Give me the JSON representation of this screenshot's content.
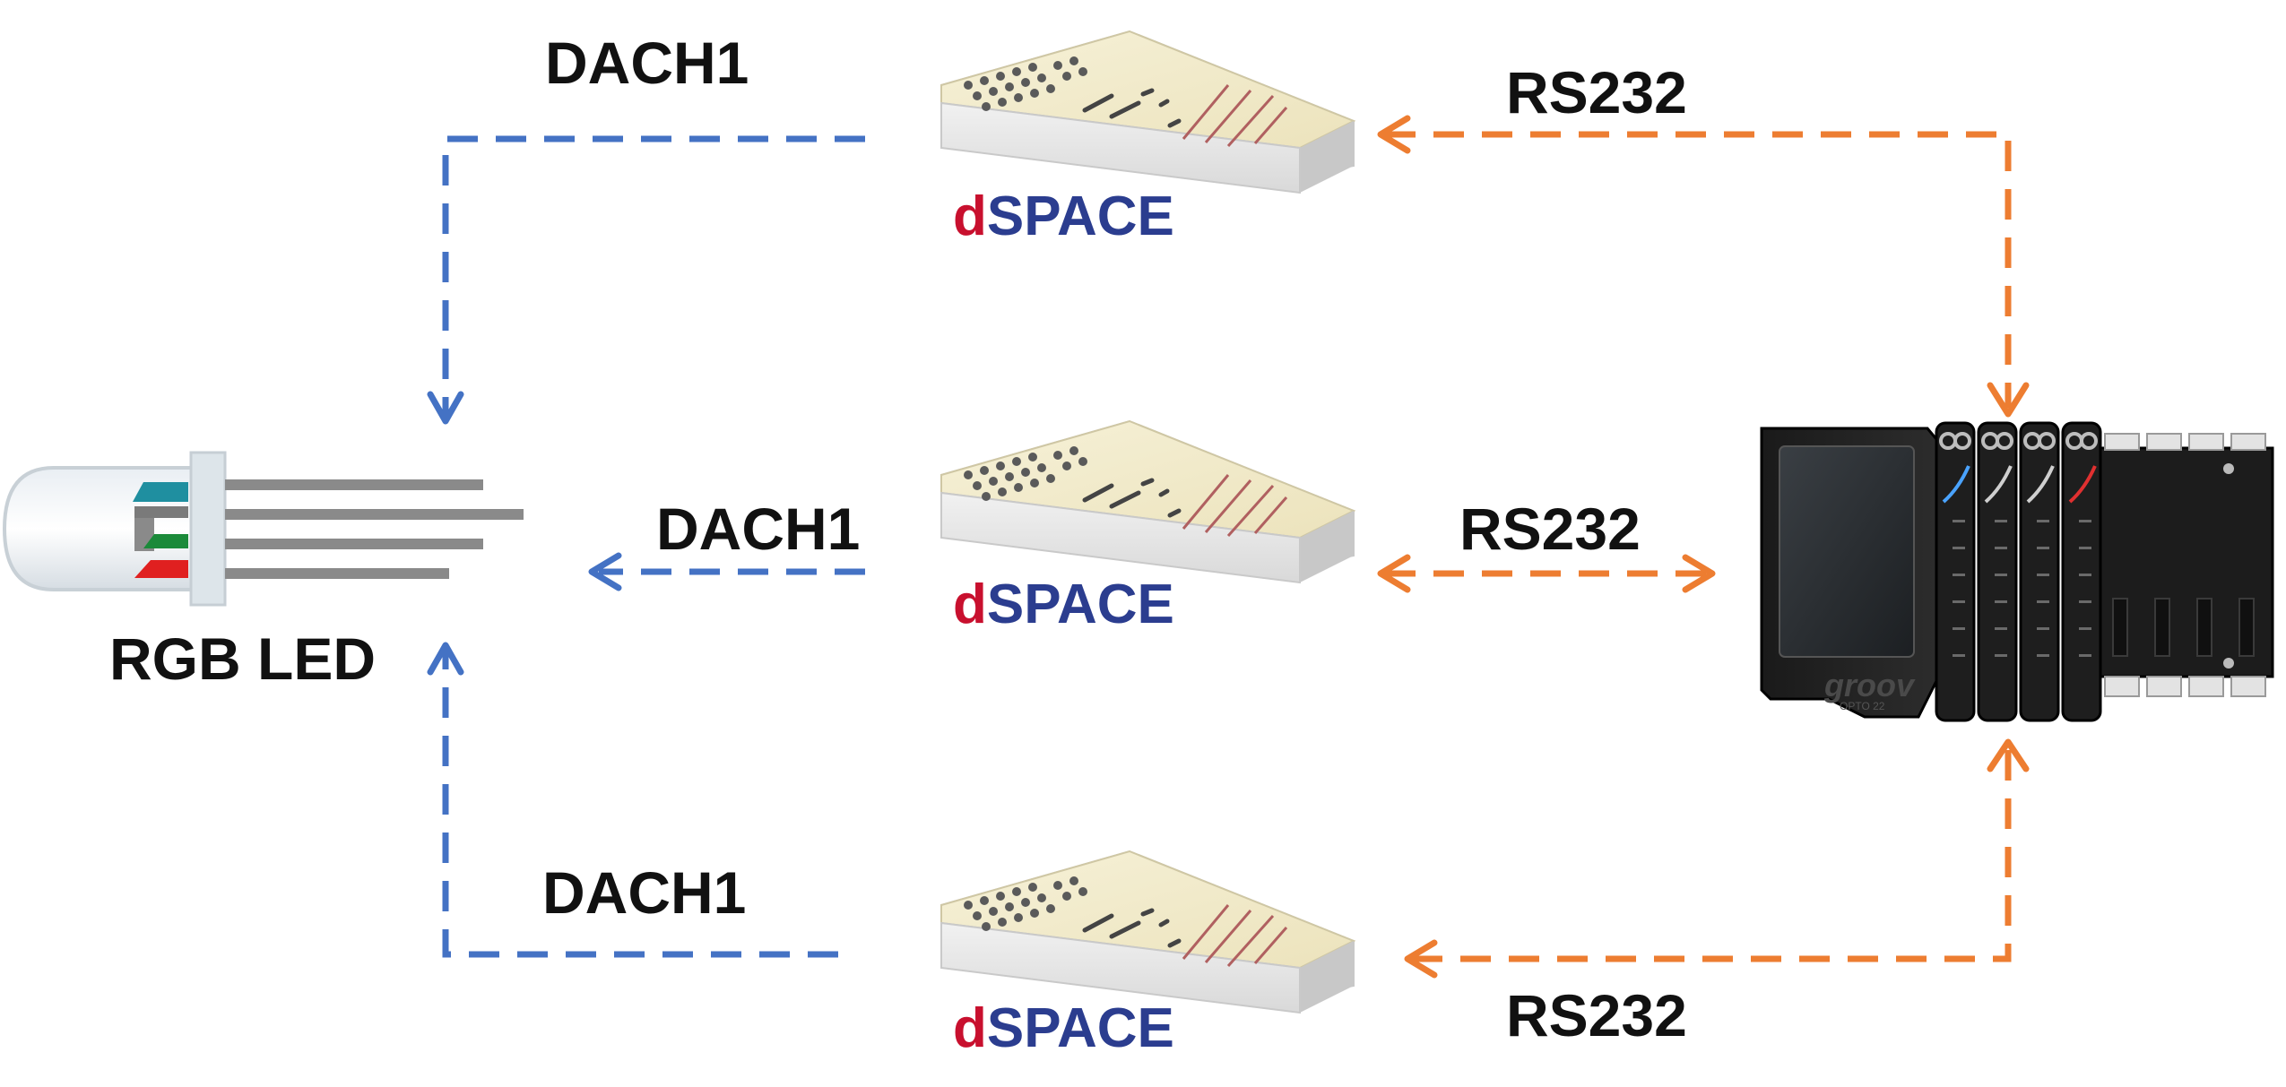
{
  "labels": {
    "dach_top": "DACH1",
    "dach_mid": "DACH1",
    "dach_bot": "DACH1",
    "rs_top": "RS232",
    "rs_mid": "RS232",
    "rs_bot": "RS232",
    "led": "RGB LED"
  },
  "dspace": {
    "brand_d": "d",
    "brand_rest": "SPACE"
  },
  "controller": {
    "brand": "groov",
    "sub": "OPTO 22"
  },
  "colors": {
    "dach_line": "#4472c4",
    "rs_line": "#ed7d31",
    "led_red": "#e02020",
    "led_green": "#1b8a3a",
    "led_teal": "#1f8fa0",
    "dspace_d": "#c8102e",
    "dspace_rest": "#2b3d8f"
  }
}
